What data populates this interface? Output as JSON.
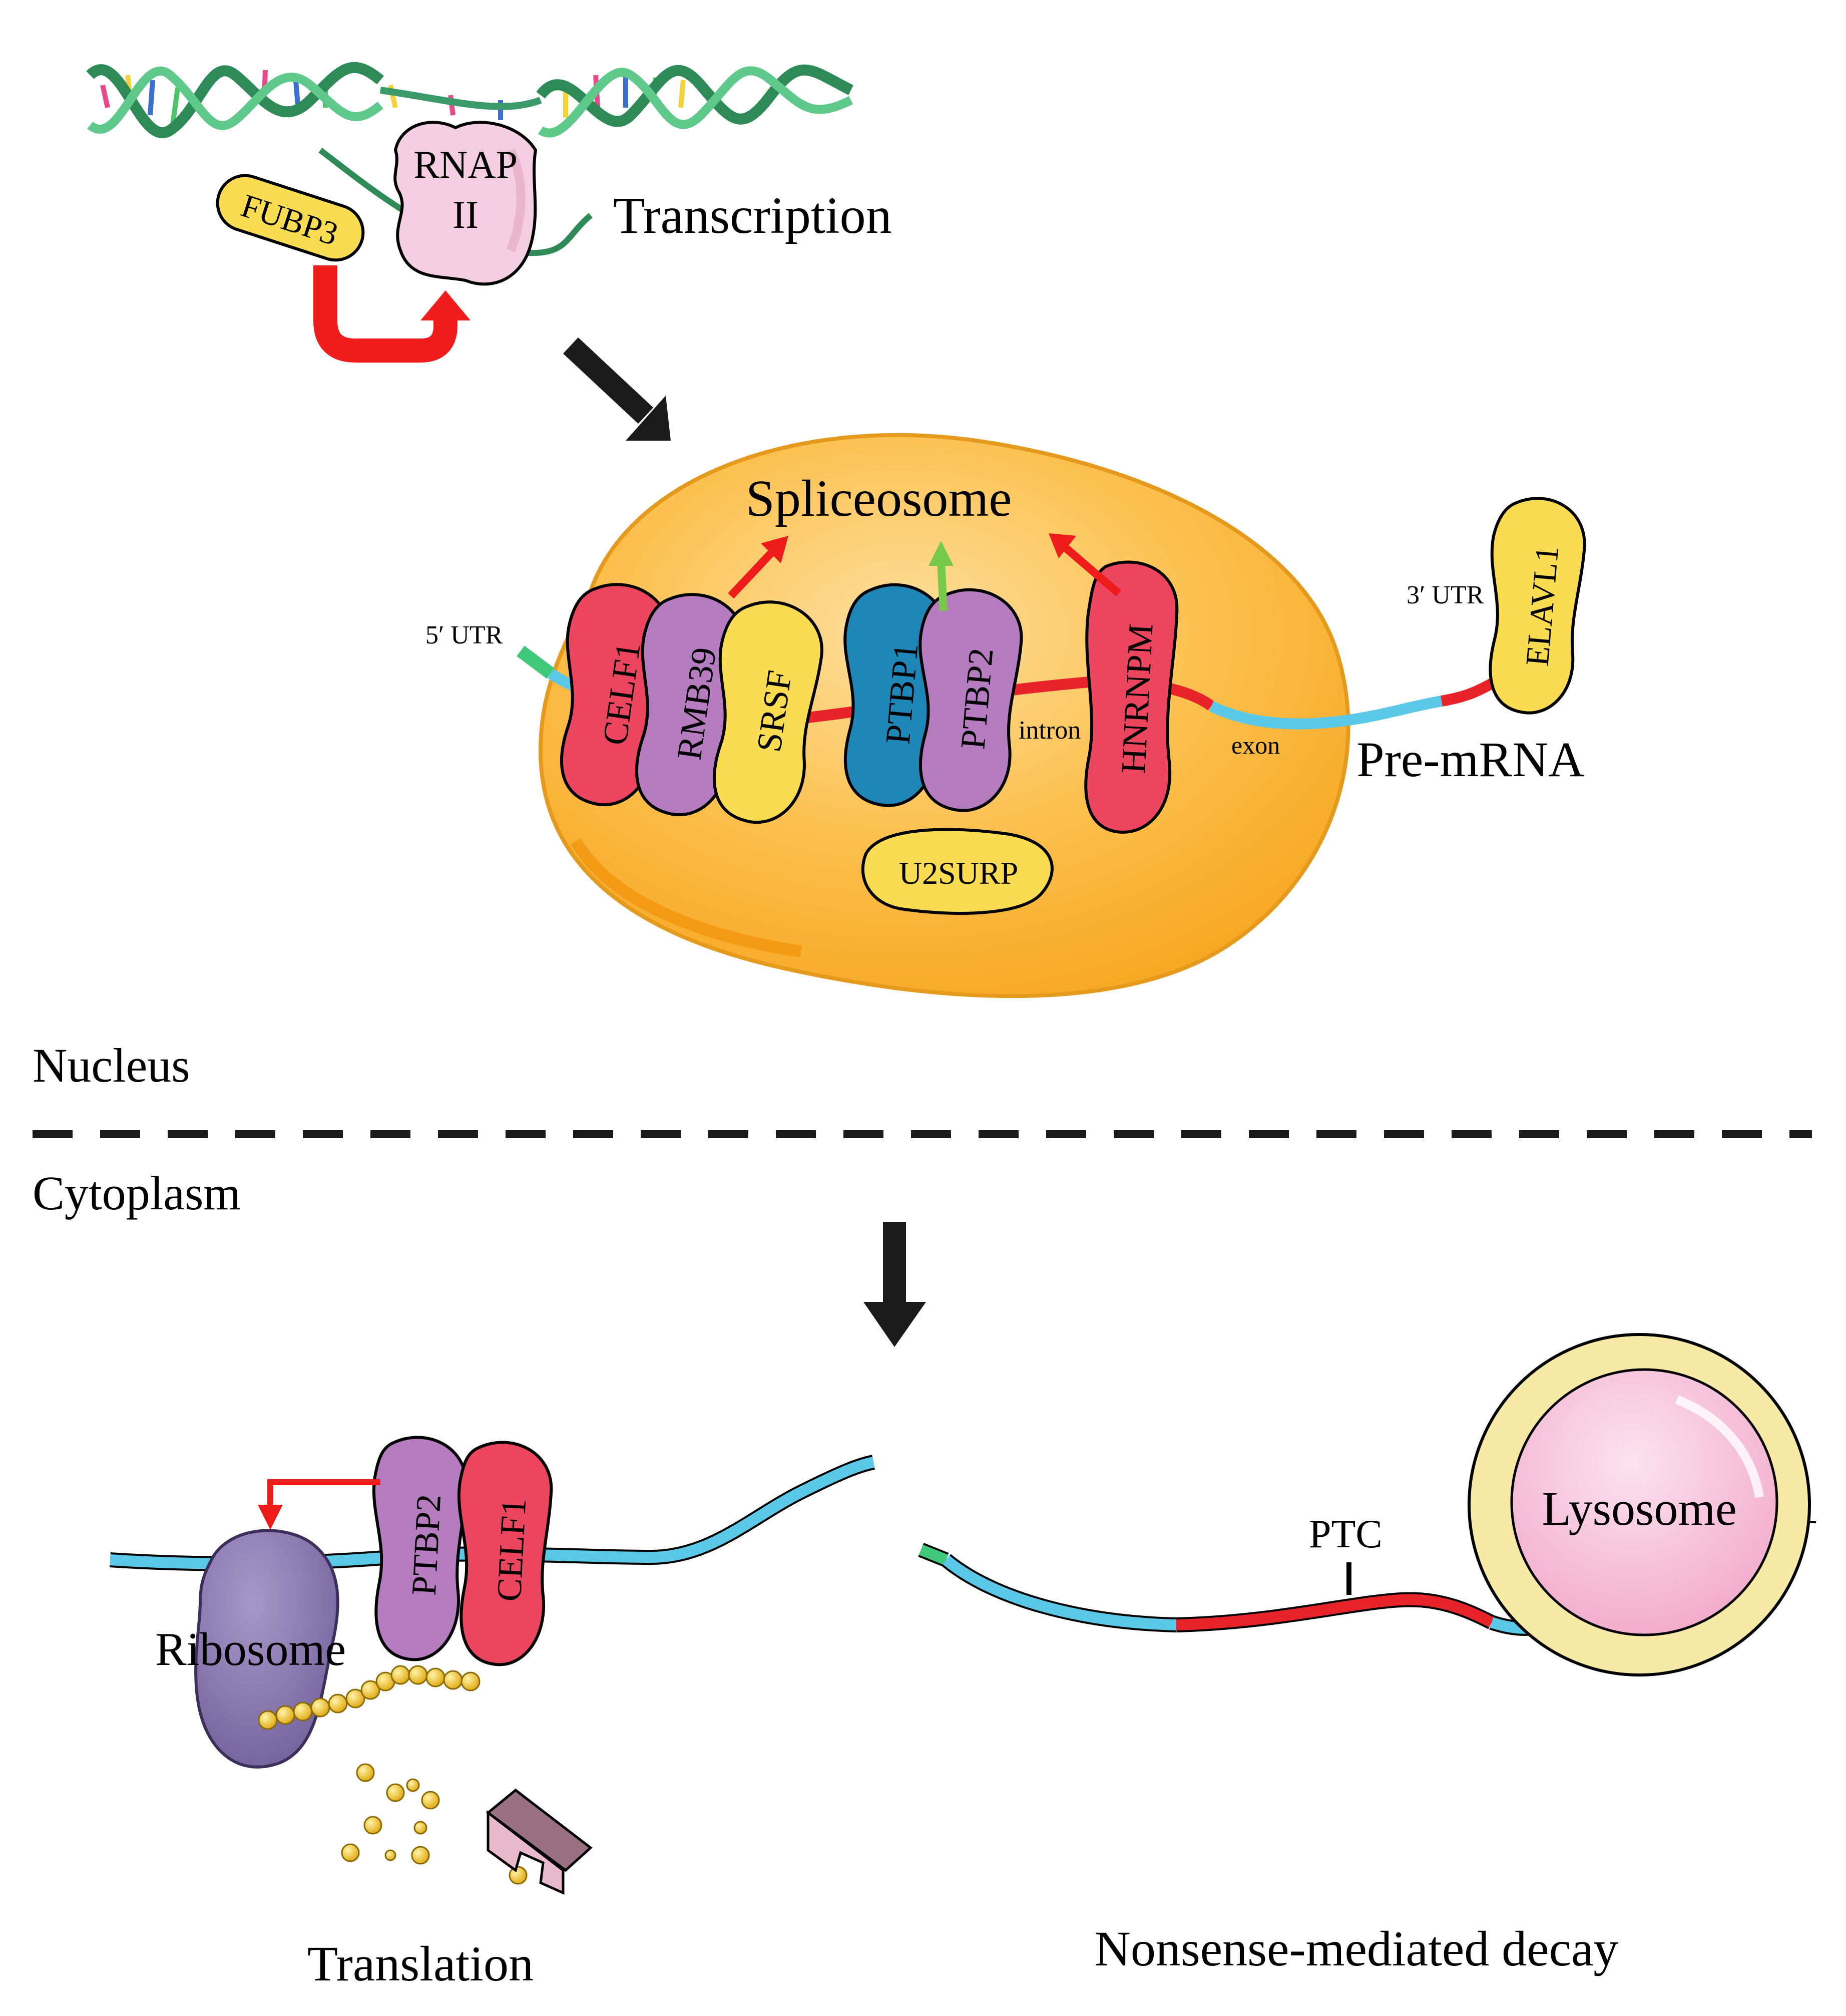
{
  "labels": {
    "transcription": "Transcription",
    "fubp3": "FUBP3",
    "rnap_line1": "RNAP",
    "rnap_line2": "II",
    "spliceosome": "Spliceosome",
    "utr5": "5′ UTR",
    "utr3": "3′ UTR",
    "celf1": "CELF1",
    "rmb39": "RMB39",
    "srsf": "SRSF",
    "ptbp1": "PTBP1",
    "ptbp2": "PTBP2",
    "intron": "intron",
    "hnrnpm": "HNRNPM",
    "exon": "exon",
    "u2surp": "U2SURP",
    "elavl1": "ELAVL1",
    "pre_mrna": "Pre-mRNA",
    "nucleus": "Nucleus",
    "cytoplasm": "Cytoplasm",
    "ptbp2_cyto": "PTBP2",
    "celf1_cyto": "CELF1",
    "ribosome": "Ribosome",
    "translation": "Translation",
    "ptc": "PTC",
    "lysosome": "Lysosome",
    "nmd": "Nonsense-mediated decay"
  },
  "colors": {
    "nucleus_fill": "#fbb93f",
    "nucleus_light": "#fdd98a",
    "mrna_blue": "#5bc8e8",
    "mrna_red": "#e8242a",
    "utr_green": "#3fc87a",
    "protein_red": "#ec4560",
    "protein_purple": "#b57cbf",
    "protein_yellow": "#f9dc52",
    "protein_blue": "#1f86b8",
    "rnap_pink": "#f4cfe1",
    "ribosome_purple": "#8b7ab0",
    "lysosome_ring": "#f7e9a6",
    "lysosome_pink": "#f5b9d4",
    "arrow_red": "#ef1c1c",
    "arrow_green": "#77c94a",
    "arrow_black": "#1a1a1a",
    "bead_yellow": "#f2c318"
  },
  "icons": {
    "dna": "dna-double-helix-icon",
    "rnap": "rna-polymerase-icon",
    "nucleus": "nucleus-blob-icon",
    "ribosome": "ribosome-icon",
    "lysosome": "lysosome-icon",
    "peptide": "peptide-chain-icon",
    "proteasome": "proteasome-icon"
  }
}
